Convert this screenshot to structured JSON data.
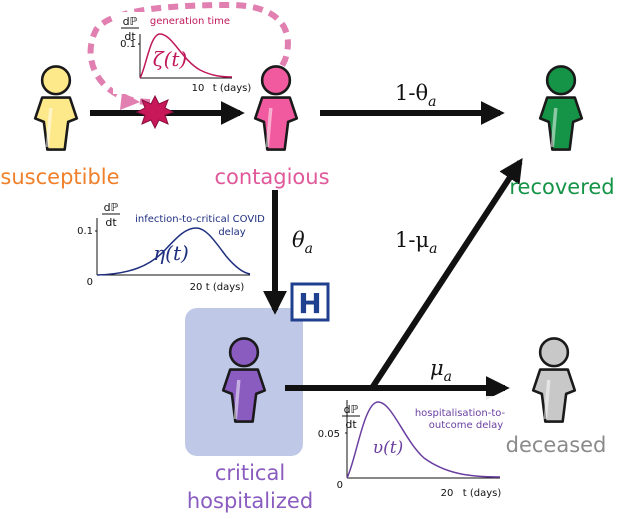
{
  "states": {
    "susceptible": {
      "label": "susceptible",
      "color": "#f07f2a",
      "fill": "#fde88a"
    },
    "contagious": {
      "label": "contagious",
      "color": "#e0589a",
      "fill": "#f15a9f"
    },
    "recovered": {
      "label": "recovered",
      "color": "#159347",
      "fill": "#159347"
    },
    "hospitalized": {
      "label_line1": "critical",
      "label_line2": "hospitalized",
      "color": "#8a5cc0",
      "fill": "#8a5cc0"
    },
    "deceased": {
      "label": "deceased",
      "color": "#9a9a9a",
      "fill": "#c8c8c8"
    }
  },
  "transitions": {
    "contagious_to_recovered": "1-θ",
    "contagious_to_recovered_sub": "a",
    "contagious_to_hospitalized": "θ",
    "contagious_to_hospitalized_sub": "a",
    "hospitalized_to_recovered": "1-μ",
    "hospitalized_to_recovered_sub": "a",
    "hospitalized_to_deceased": "μ",
    "hospitalized_to_deceased_sub": "a"
  },
  "hospital_sign": {
    "letter": "H",
    "color": "#1f3f8f"
  },
  "distributions": {
    "generation": {
      "title": "generation time",
      "func": "ζ(t)",
      "ylabel_num": "dℙ",
      "ylabel_den": "dt",
      "ytick": "0.1",
      "xtick": "10",
      "xlabel": "t (days)",
      "color": "#c0185a"
    },
    "infection": {
      "title_line1": "infection-to-critical COVID",
      "title_line2": "delay",
      "func": "η(t)",
      "ylabel_num": "dℙ",
      "ylabel_den": "dt",
      "ytick": "0.1",
      "xzero": "0",
      "xtick": "20",
      "xlabel": "t (days)",
      "color": "#1f2f7f"
    },
    "outcome": {
      "title_line1": "hospitalisation-to-",
      "title_line2": "outcome delay",
      "func": "υ(t)",
      "ylabel_num": "dℙ",
      "ylabel_den": "dt",
      "ytick": "0.05",
      "xzero": "0",
      "xtick": "20",
      "xlabel": "t (days)",
      "color": "#6a3fa0"
    }
  }
}
